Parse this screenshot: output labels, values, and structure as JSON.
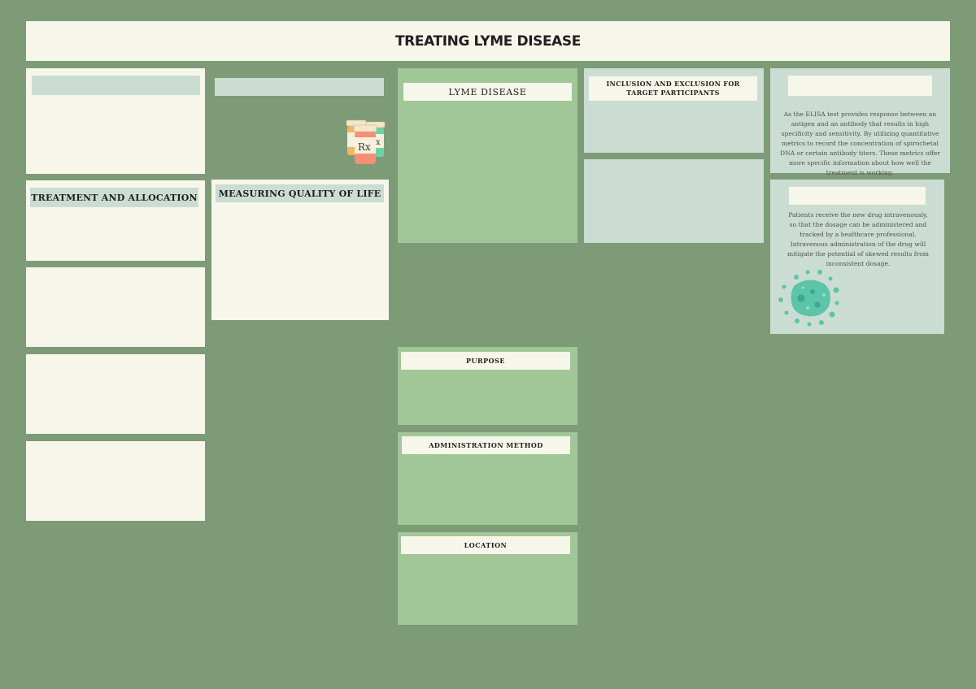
{
  "title": "TREATING LYME DISEASE",
  "sections": {
    "treatment_allocation": "TREATMENT AND ALLOCATION",
    "measuring_quality": "MEASURING QUALITY OF LIFE",
    "lyme_disease": "LYME DISEASE",
    "inclusion_exclusion": "INCLUSION AND EXCLUSION FOR TARGET PARTICIPANTS",
    "purpose": "PURPOSE",
    "administration_method": "ADMINISTRATION METHOD",
    "location": "LOCATION"
  },
  "elisa_text": "As the ELISA test provides response between an antigen and an antibody that results in high specificity and sensitivity. By utilizing quantitative metrics to record the concentration of spirochetal DNA or certain antibody titers. These metrics offer more specific information about how well the treatment is working.",
  "iv_text": "Patients receive the new drug intravenously, so that the dosage can be administered and tracked by a healthcare professional. Intravenous administration of the drug will mitigate the potential of skewed results from inconsistent dosage.",
  "pill_label": "Rx",
  "icons": [
    "prescription-bottles-icon",
    "bacteria-icon"
  ],
  "colors": {
    "background": "#7e9b77",
    "cream": "#f6f6ea",
    "mint": "#cbddd2",
    "green": "#a1c697",
    "bacteria": "#5cc4a8"
  }
}
